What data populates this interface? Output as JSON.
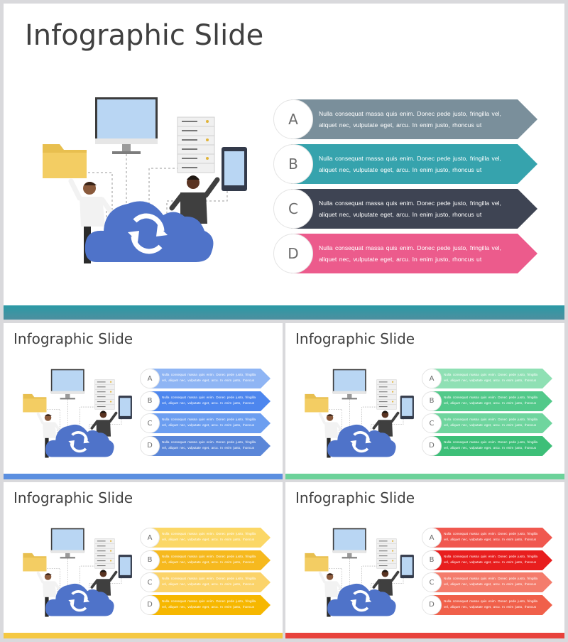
{
  "slides": [
    {
      "title": "Infographic Slide",
      "bar_color": "#4d8f9f",
      "bar_color_2": "#2b9aa6",
      "items": [
        {
          "letter": "A",
          "color": "#7a8f9b",
          "text": "Nulla consequat massa quis enim. Donec pede justo, fringilla vel, aliquet nec, vulputate eget, arcu. In enim justo, rhoncus ut"
        },
        {
          "letter": "B",
          "color": "#36a3ad",
          "text": "Nulla consequat massa quis enim. Donec pede justo, fringilla vel, aliquet nec, vulputate eget, arcu. In enim justo, rhoncus ut"
        },
        {
          "letter": "C",
          "color": "#3e4453",
          "text": "Nulla consequat massa quis enim. Donec pede justo, fringilla vel, aliquet nec, vulputate eget, arcu. In enim justo, rhoncus ut"
        },
        {
          "letter": "D",
          "color": "#ec5b8c",
          "text": "Nulla consequat massa quis enim. Donec pede justo, fringilla vel, aliquet nec, vulputate eget, arcu. In enim justo, rhoncus ut"
        }
      ]
    },
    {
      "title": "Infographic Slide",
      "bar_color": "#5b8fe0",
      "items": [
        {
          "letter": "A",
          "color": "#8fb5f4",
          "text": "Nulla consequat massa quis enim. Donec pede justo, fringilla vel, aliquet nec, vulputate eget, arcu. In enim justo, rhoncus"
        },
        {
          "letter": "B",
          "color": "#4d86ee",
          "text": "Nulla consequat massa quis enim. Donec pede justo, fringilla vel, aliquet nec, vulputate eget, arcu. In enim justo, rhoncus"
        },
        {
          "letter": "C",
          "color": "#6c9ef0",
          "text": "Nulla consequat massa quis enim. Donec pede justo, fringilla vel, aliquet nec, vulputate eget, arcu. In enim justo, rhoncus"
        },
        {
          "letter": "D",
          "color": "#5a86d8",
          "text": "Nulla consequat massa quis enim. Donec pede justo, fringilla vel, aliquet nec, vulputate eget, arcu. In enim justo, rhoncus"
        }
      ]
    },
    {
      "title": "Infographic Slide",
      "bar_color": "#6cd29a",
      "items": [
        {
          "letter": "A",
          "color": "#8fe0b4",
          "text": "Nulla consequat massa quis enim. Donec pede justo, fringilla vel, aliquet nec, vulputate eget, arcu. In enim justo, rhoncus"
        },
        {
          "letter": "B",
          "color": "#52c98a",
          "text": "Nulla consequat massa quis enim. Donec pede justo, fringilla vel, aliquet nec, vulputate eget, arcu. In enim justo, rhoncus"
        },
        {
          "letter": "C",
          "color": "#6fd59e",
          "text": "Nulla consequat massa quis enim. Donec pede justo, fringilla vel, aliquet nec, vulputate eget, arcu. In enim justo, rhoncus"
        },
        {
          "letter": "D",
          "color": "#3dbf78",
          "text": "Nulla consequat massa quis enim. Donec pede justo, fringilla vel, aliquet nec, vulputate eget, arcu. In enim justo, rhoncus"
        }
      ]
    },
    {
      "title": "Infographic Slide",
      "bar_color": "#f5c842",
      "items": [
        {
          "letter": "A",
          "color": "#fbd766",
          "text": "Nulla consequat massa quis enim. Donec pede justo, fringilla vel, aliquet nec, vulputate eget, arcu. In enim justo, rhoncus"
        },
        {
          "letter": "B",
          "color": "#f6b91e",
          "text": "Nulla consequat massa quis enim. Donec pede justo, fringilla vel, aliquet nec, vulputate eget, arcu. In enim justo, rhoncus"
        },
        {
          "letter": "C",
          "color": "#fbd36a",
          "text": "Nulla consequat massa quis enim. Donec pede justo, fringilla vel, aliquet nec, vulputate eget, arcu. In enim justo, rhoncus"
        },
        {
          "letter": "D",
          "color": "#f6b700",
          "text": "Nulla consequat massa quis enim. Donec pede justo, fringilla vel, aliquet nec, vulputate eget, arcu. In enim justo, rhoncus"
        }
      ]
    },
    {
      "title": "Infographic Slide",
      "bar_color": "#e8423c",
      "items": [
        {
          "letter": "A",
          "color": "#f0584f",
          "text": "Nulla consequat massa quis enim. Donec pede justo, fringilla vel, aliquet nec, vulputate eget, arcu. In enim justo, rhoncus"
        },
        {
          "letter": "B",
          "color": "#e81e1e",
          "text": "Nulla consequat massa quis enim. Donec pede justo, fringilla vel, aliquet nec, vulputate eget, arcu. In enim justo, rhoncus"
        },
        {
          "letter": "C",
          "color": "#f47c6c",
          "text": "Nulla consequat massa quis enim. Donec pede justo, fringilla vel, aliquet nec, vulputate eget, arcu. In enim justo, rhoncus"
        },
        {
          "letter": "D",
          "color": "#f0604a",
          "text": "Nulla consequat massa quis enim. Donec pede justo, fringilla vel, aliquet nec, vulputate eget, arcu. In enim justo, rhoncus"
        }
      ]
    }
  ]
}
